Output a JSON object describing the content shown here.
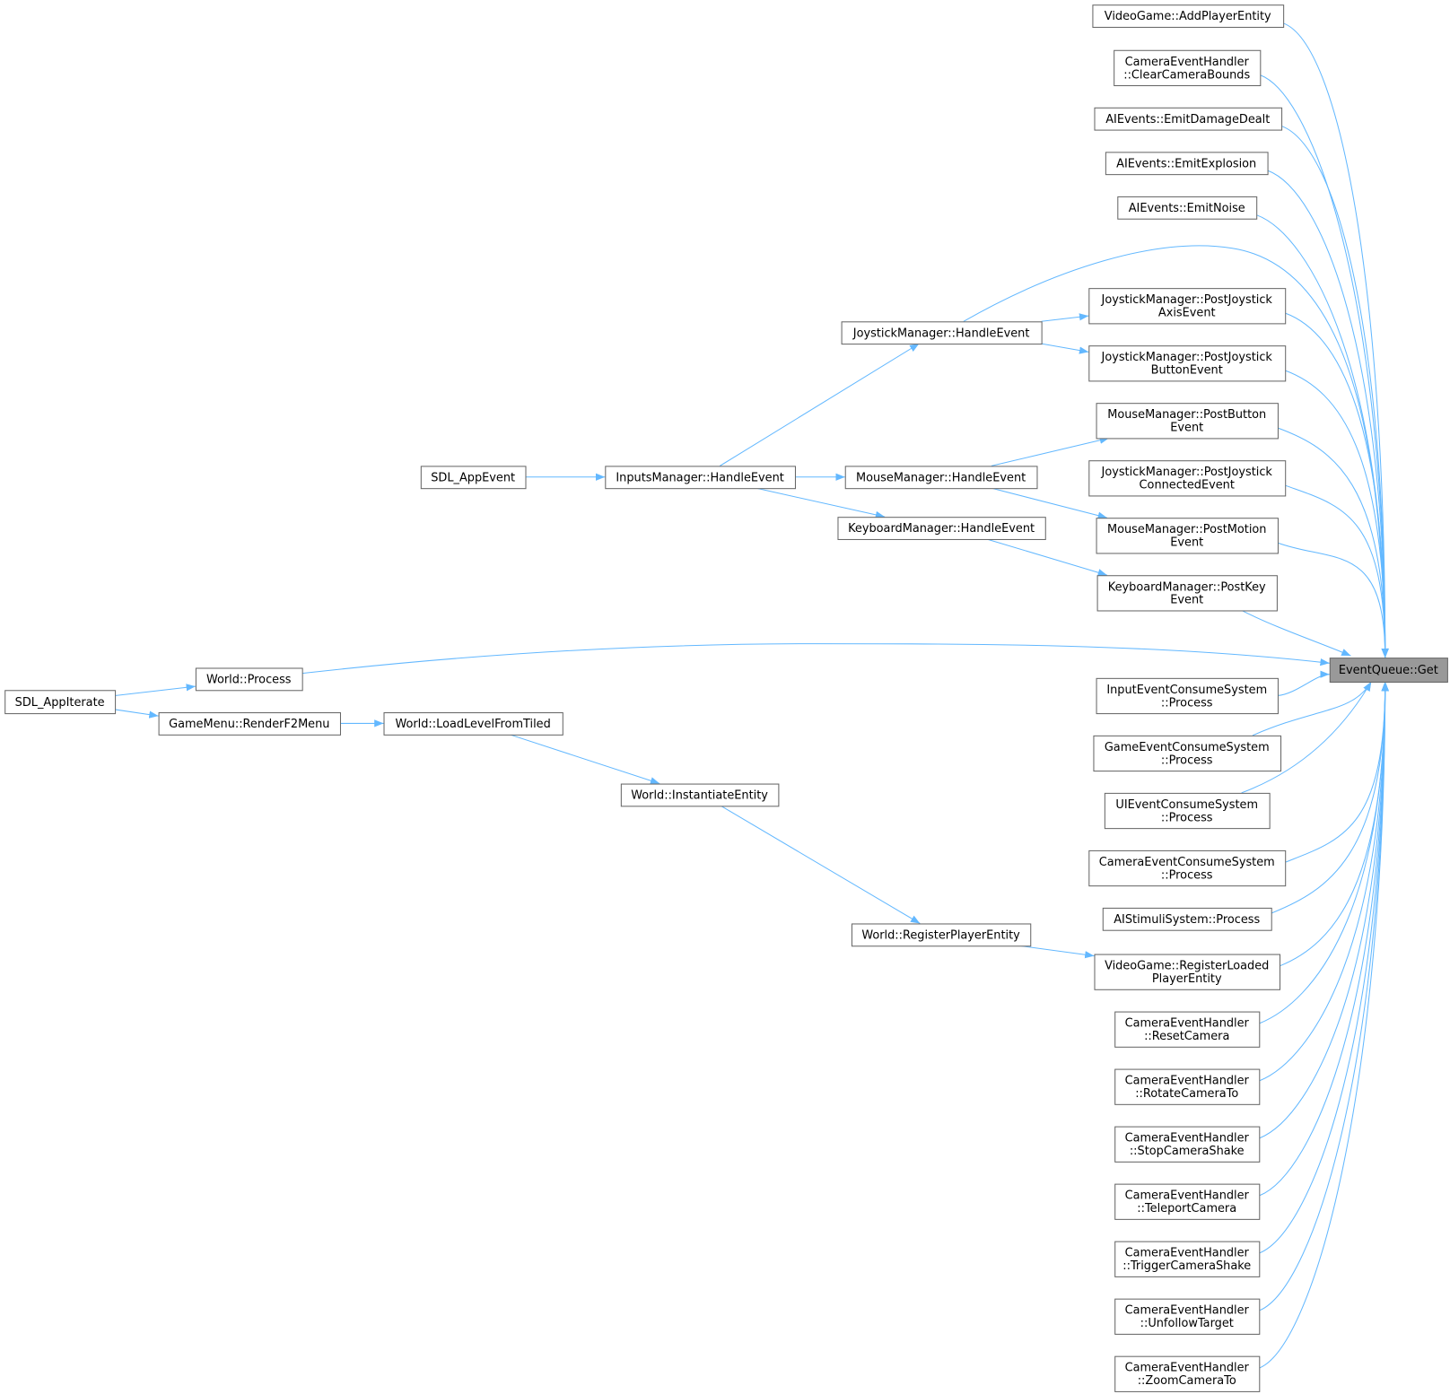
{
  "graph": {
    "type": "caller-graph",
    "focus": "get",
    "colors": {
      "edge": "#63b8ff",
      "node_border": "#666666",
      "focus_fill": "#999999"
    },
    "nodes": [
      {
        "id": "get",
        "lines": [
          "EventQueue::Get"
        ]
      },
      {
        "id": "addPlayer",
        "lines": [
          "VideoGame::AddPlayerEntity"
        ]
      },
      {
        "id": "clearBounds",
        "lines": [
          "CameraEventHandler",
          "::ClearCameraBounds"
        ]
      },
      {
        "id": "emitDamage",
        "lines": [
          "AIEvents::EmitDamageDealt"
        ]
      },
      {
        "id": "emitExplosion",
        "lines": [
          "AIEvents::EmitExplosion"
        ]
      },
      {
        "id": "emitNoise",
        "lines": [
          "AIEvents::EmitNoise"
        ]
      },
      {
        "id": "postJoyAxis",
        "lines": [
          "JoystickManager::PostJoystick",
          "AxisEvent"
        ]
      },
      {
        "id": "postJoyButton",
        "lines": [
          "JoystickManager::PostJoystick",
          "ButtonEvent"
        ]
      },
      {
        "id": "postMouseButton",
        "lines": [
          "MouseManager::PostButton",
          "Event"
        ]
      },
      {
        "id": "postJoyConnected",
        "lines": [
          "JoystickManager::PostJoystick",
          "ConnectedEvent"
        ]
      },
      {
        "id": "postMotion",
        "lines": [
          "MouseManager::PostMotion",
          "Event"
        ]
      },
      {
        "id": "postKey",
        "lines": [
          "KeyboardManager::PostKey",
          "Event"
        ]
      },
      {
        "id": "inputConsume",
        "lines": [
          "InputEventConsumeSystem",
          "::Process"
        ]
      },
      {
        "id": "gameConsume",
        "lines": [
          "GameEventConsumeSystem",
          "::Process"
        ]
      },
      {
        "id": "uiConsume",
        "lines": [
          "UIEventConsumeSystem",
          "::Process"
        ]
      },
      {
        "id": "cameraConsume",
        "lines": [
          "CameraEventConsumeSystem",
          "::Process"
        ]
      },
      {
        "id": "aiStimuli",
        "lines": [
          "AIStimuliSystem::Process"
        ]
      },
      {
        "id": "registerLoaded",
        "lines": [
          "VideoGame::RegisterLoaded",
          "PlayerEntity"
        ]
      },
      {
        "id": "resetCamera",
        "lines": [
          "CameraEventHandler",
          "::ResetCamera"
        ]
      },
      {
        "id": "rotateCamera",
        "lines": [
          "CameraEventHandler",
          "::RotateCameraTo"
        ]
      },
      {
        "id": "stopShake",
        "lines": [
          "CameraEventHandler",
          "::StopCameraShake"
        ]
      },
      {
        "id": "teleport",
        "lines": [
          "CameraEventHandler",
          "::TeleportCamera"
        ]
      },
      {
        "id": "triggerShake",
        "lines": [
          "CameraEventHandler",
          "::TriggerCameraShake"
        ]
      },
      {
        "id": "unfollow",
        "lines": [
          "CameraEventHandler",
          "::UnfollowTarget"
        ]
      },
      {
        "id": "zoomCamera",
        "lines": [
          "CameraEventHandler",
          "::ZoomCameraTo"
        ]
      },
      {
        "id": "joyHandle",
        "lines": [
          "JoystickManager::HandleEvent"
        ]
      },
      {
        "id": "mouseHandle",
        "lines": [
          "MouseManager::HandleEvent"
        ]
      },
      {
        "id": "keyHandle",
        "lines": [
          "KeyboardManager::HandleEvent"
        ]
      },
      {
        "id": "inputsHandle",
        "lines": [
          "InputsManager::HandleEvent"
        ]
      },
      {
        "id": "sdlAppEvent",
        "lines": [
          "SDL_AppEvent"
        ]
      },
      {
        "id": "worldProcess",
        "lines": [
          "World::Process"
        ]
      },
      {
        "id": "sdlAppIterate",
        "lines": [
          "SDL_AppIterate"
        ]
      },
      {
        "id": "renderF2",
        "lines": [
          "GameMenu::RenderF2Menu"
        ]
      },
      {
        "id": "loadLevel",
        "lines": [
          "World::LoadLevelFromTiled"
        ]
      },
      {
        "id": "instantiate",
        "lines": [
          "World::InstantiateEntity"
        ]
      },
      {
        "id": "registerPlayer",
        "lines": [
          "World::RegisterPlayerEntity"
        ]
      }
    ],
    "edges": [
      [
        "addPlayer",
        "get"
      ],
      [
        "clearBounds",
        "get"
      ],
      [
        "emitDamage",
        "get"
      ],
      [
        "emitExplosion",
        "get"
      ],
      [
        "emitNoise",
        "get"
      ],
      [
        "joyHandle",
        "get"
      ],
      [
        "postJoyAxis",
        "get"
      ],
      [
        "postJoyButton",
        "get"
      ],
      [
        "postMouseButton",
        "get"
      ],
      [
        "postJoyConnected",
        "get"
      ],
      [
        "postMotion",
        "get"
      ],
      [
        "postKey",
        "get"
      ],
      [
        "worldProcess",
        "get"
      ],
      [
        "inputConsume",
        "get"
      ],
      [
        "gameConsume",
        "get"
      ],
      [
        "uiConsume",
        "get"
      ],
      [
        "cameraConsume",
        "get"
      ],
      [
        "aiStimuli",
        "get"
      ],
      [
        "registerLoaded",
        "get"
      ],
      [
        "resetCamera",
        "get"
      ],
      [
        "rotateCamera",
        "get"
      ],
      [
        "stopShake",
        "get"
      ],
      [
        "teleport",
        "get"
      ],
      [
        "triggerShake",
        "get"
      ],
      [
        "unfollow",
        "get"
      ],
      [
        "zoomCamera",
        "get"
      ],
      [
        "joyHandle",
        "postJoyAxis"
      ],
      [
        "joyHandle",
        "postJoyButton"
      ],
      [
        "mouseHandle",
        "postMouseButton"
      ],
      [
        "mouseHandle",
        "postMotion"
      ],
      [
        "keyHandle",
        "postKey"
      ],
      [
        "registerPlayer",
        "registerLoaded"
      ],
      [
        "inputsHandle",
        "joyHandle"
      ],
      [
        "inputsHandle",
        "mouseHandle"
      ],
      [
        "inputsHandle",
        "keyHandle"
      ],
      [
        "sdlAppEvent",
        "inputsHandle"
      ],
      [
        "sdlAppIterate",
        "worldProcess"
      ],
      [
        "sdlAppIterate",
        "renderF2"
      ],
      [
        "renderF2",
        "loadLevel"
      ],
      [
        "loadLevel",
        "instantiate"
      ],
      [
        "instantiate",
        "registerPlayer"
      ]
    ]
  }
}
